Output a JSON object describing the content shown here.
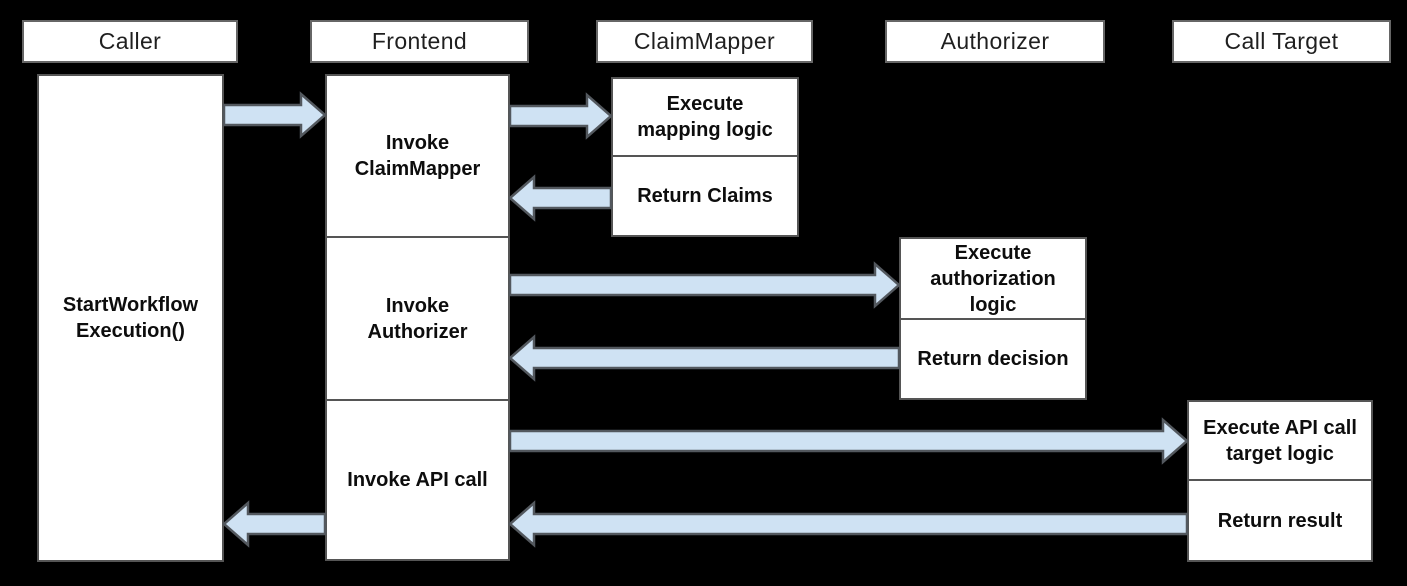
{
  "headers": {
    "caller": "Caller",
    "frontend": "Frontend",
    "claim_mapper": "ClaimMapper",
    "authorizer": "Authorizer",
    "call_target": "Call Target"
  },
  "caller": {
    "activation": "StartWorkflow\nExecution()"
  },
  "frontend": {
    "invoke_claim_mapper": "Invoke\nClaimMapper",
    "invoke_authorizer": "Invoke\nAuthorizer",
    "invoke_api_call": "Invoke API call"
  },
  "claim_mapper": {
    "execute": "Execute\nmapping logic",
    "return": "Return Claims"
  },
  "authorizer": {
    "execute": "Execute\nauthorization\nlogic",
    "return": "Return decision"
  },
  "call_target": {
    "execute": "Execute API call\ntarget logic",
    "return": "Return result"
  },
  "connections": [
    {
      "from": "Caller",
      "to": "Frontend",
      "direction": "right"
    },
    {
      "from": "Frontend",
      "to": "ClaimMapper",
      "direction": "right"
    },
    {
      "from": "ClaimMapper",
      "to": "Frontend",
      "direction": "left"
    },
    {
      "from": "Frontend",
      "to": "Authorizer",
      "direction": "right"
    },
    {
      "from": "Authorizer",
      "to": "Frontend",
      "direction": "left"
    },
    {
      "from": "Frontend",
      "to": "Call Target",
      "direction": "right"
    },
    {
      "from": "Call Target",
      "to": "Frontend",
      "direction": "left"
    },
    {
      "from": "Frontend",
      "to": "Caller",
      "direction": "left"
    }
  ],
  "colors": {
    "background": "#000000",
    "box_fill": "#ffffff",
    "box_border": "#555555",
    "header_border": "#666666",
    "arrow_fill": "#cfe2f3",
    "arrow_stroke": "#53585e",
    "header_text": "#1f1f1f",
    "step_text": "#0d0d0d"
  }
}
